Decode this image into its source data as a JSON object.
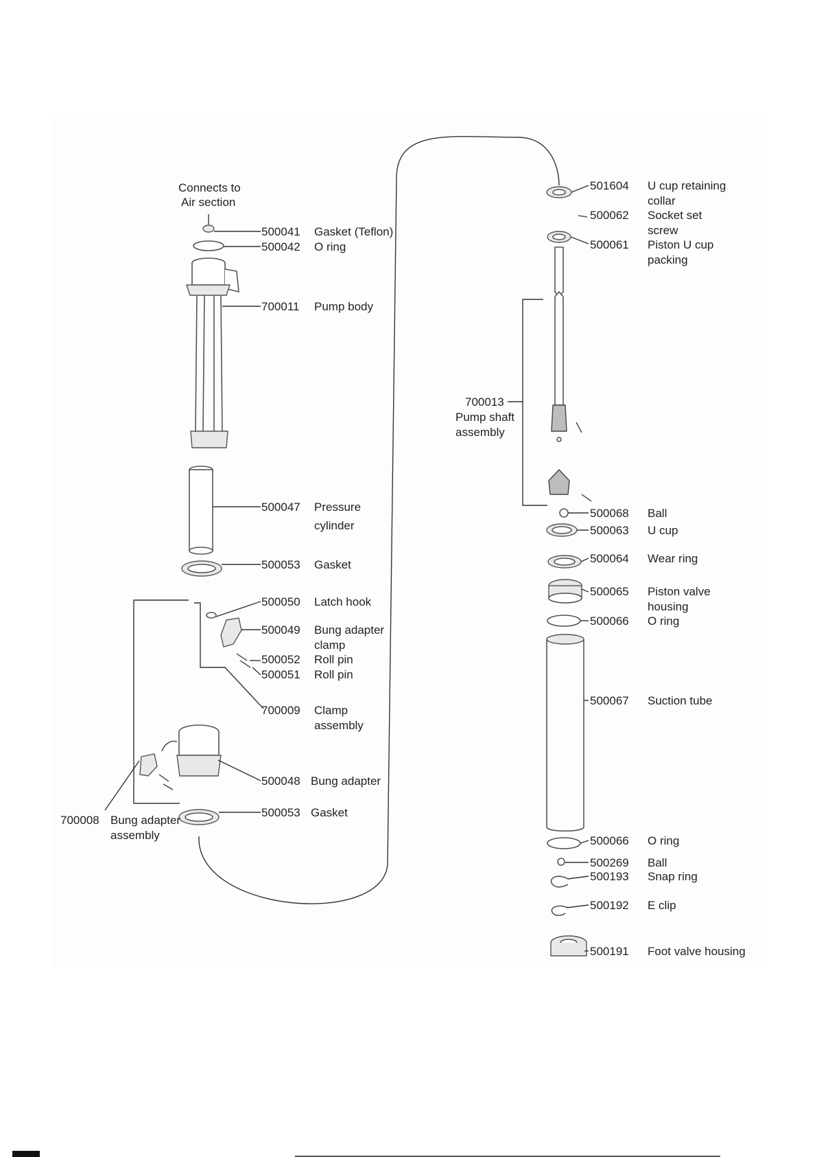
{
  "connects_note": [
    "Connects to",
    "Air section"
  ],
  "left_parts": [
    {
      "code": "500041",
      "label": [
        "Gasket (Teflon)"
      ]
    },
    {
      "code": "500042",
      "label": [
        "O ring"
      ]
    },
    {
      "code": "700011",
      "label": [
        "Pump body"
      ]
    },
    {
      "code": "500047",
      "label": [
        "Pressure",
        "cylinder"
      ]
    },
    {
      "code": "500053",
      "label": [
        "Gasket"
      ]
    },
    {
      "code": "500050",
      "label": [
        "Latch hook"
      ]
    },
    {
      "code": "500049",
      "label": [
        "Bung adapter",
        "clamp"
      ]
    },
    {
      "code": "500052",
      "label": [
        "Roll pin"
      ]
    },
    {
      "code": "500051",
      "label": [
        "Roll pin"
      ]
    },
    {
      "code": "700009",
      "label": [
        "Clamp",
        "assembly"
      ]
    },
    {
      "code": "500048",
      "label": [
        "Bung adapter"
      ]
    },
    {
      "code": "500053",
      "label": [
        "Gasket"
      ]
    }
  ],
  "assembly_700008": {
    "code": "700008",
    "label": [
      "Bung adapter",
      "assembly"
    ]
  },
  "assembly_700013": {
    "code": "700013",
    "label": [
      "Pump shaft",
      "assembly"
    ]
  },
  "right_parts": [
    {
      "code": "501604",
      "label": [
        "U cup retaining",
        "collar"
      ]
    },
    {
      "code": "500062",
      "label": [
        "Socket set",
        "screw"
      ]
    },
    {
      "code": "500061",
      "label": [
        "Piston U cup",
        "packing"
      ]
    },
    {
      "code": "500068",
      "label": [
        "Ball"
      ]
    },
    {
      "code": "500063",
      "label": [
        "U cup"
      ]
    },
    {
      "code": "500064",
      "label": [
        "Wear ring"
      ]
    },
    {
      "code": "500065",
      "label": [
        "Piston valve",
        "housing"
      ]
    },
    {
      "code": "500066",
      "label": [
        "O ring"
      ]
    },
    {
      "code": "500067",
      "label": [
        "Suction tube"
      ]
    },
    {
      "code": "500066",
      "label": [
        "O ring"
      ]
    },
    {
      "code": "500269",
      "label": [
        "Ball"
      ]
    },
    {
      "code": "500193",
      "label": [
        "Snap ring"
      ]
    },
    {
      "code": "500192",
      "label": [
        "E clip"
      ]
    },
    {
      "code": "500191",
      "label": [
        "Foot valve housing"
      ]
    }
  ],
  "colors": {
    "line": "#333333",
    "text": "#222222",
    "part_fill": "#e8e8e8",
    "background": "#ffffff"
  }
}
